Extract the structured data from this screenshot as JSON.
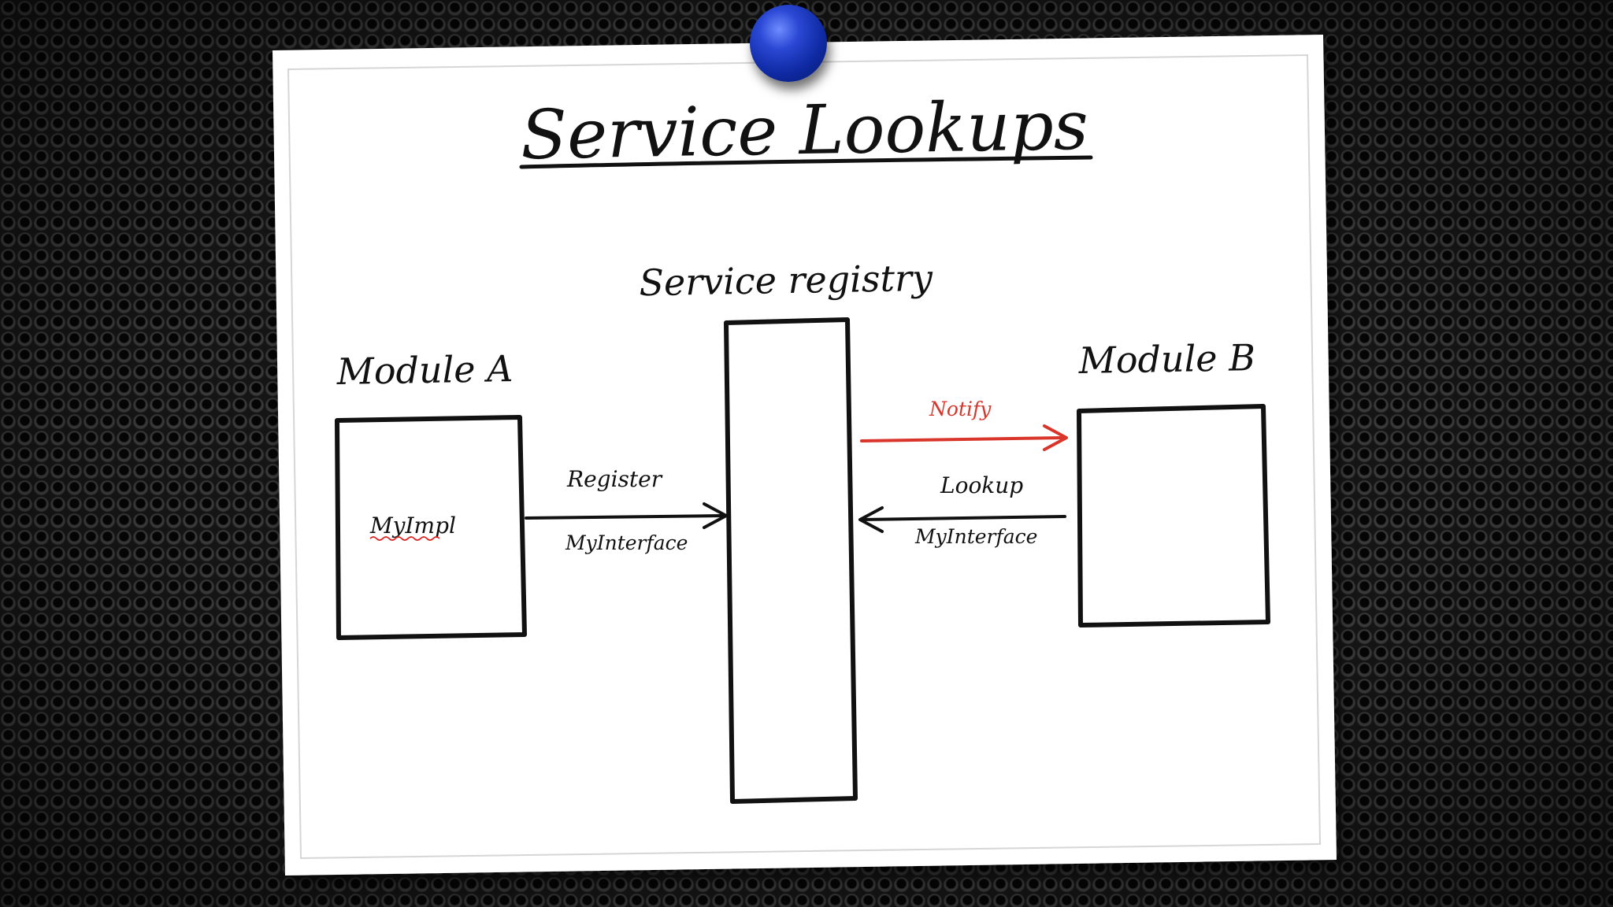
{
  "slide": {
    "title": "Service Lookups"
  },
  "diagram": {
    "registry_label": "Service registry",
    "module_a": {
      "label": "Module A",
      "inner_label": "MyImpl"
    },
    "module_b": {
      "label": "Module B"
    },
    "edges": [
      {
        "from": "module_a",
        "to": "registry",
        "label_top": "Register",
        "label_bottom": "MyInterface"
      },
      {
        "from": "module_b",
        "to": "registry",
        "label_top": "Lookup",
        "label_bottom": "MyInterface"
      },
      {
        "from": "registry",
        "to": "module_b",
        "label_top": "Notify",
        "color": "#d9352b"
      }
    ]
  },
  "colors": {
    "ink": "#111111",
    "notify": "#d9352b",
    "pin": "#1f3fc4",
    "paper": "#ffffff"
  }
}
